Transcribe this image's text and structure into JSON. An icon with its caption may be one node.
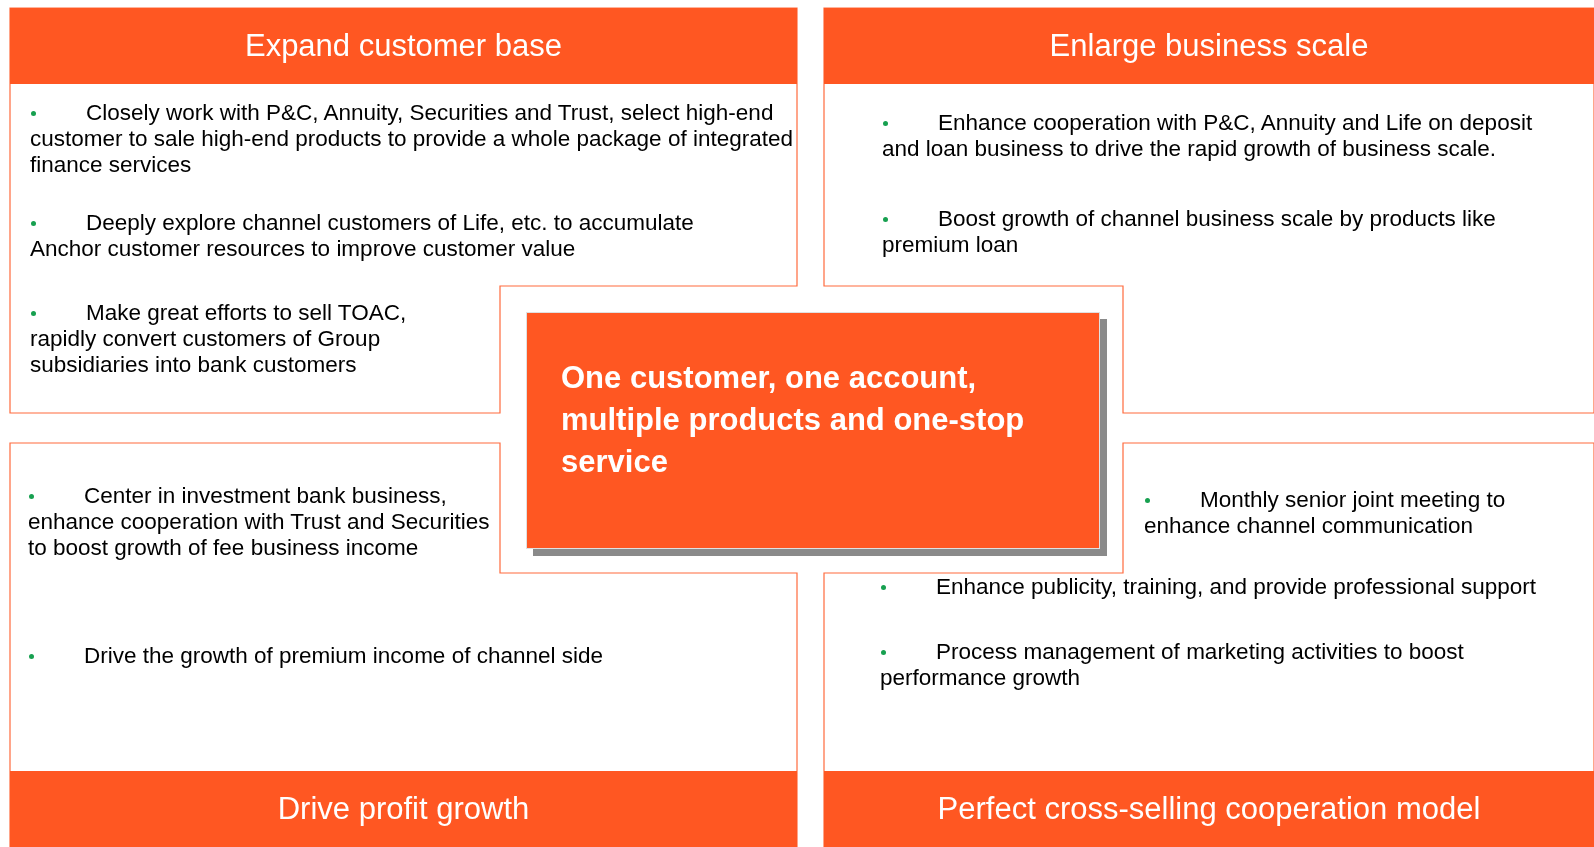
{
  "diagram": {
    "nodes": [
      {
        "text": [
          "Expand customer base",
          "Closely work with P&C, Annuity, Securities and Trust, select high-end customer to sale high-end products to provide a whole package of integrated finance services",
          "Deeply explore channel customers of Life, etc. to accumulate Anchor customer resources to improve customer value",
          "Make great efforts to sell TOAC, rapidly convert customers of Group subsidiaries into bank customers"
        ]
      },
      {
        "text": [
          "Enlarge business scale",
          "Enhance cooperation with P&C, Annuity and Life on deposit and loan business to drive the rapid growth of business scale.",
          "Boost growth of channel business scale by products like premium loan"
        ]
      },
      {
        "text": [
          "One customer, one account, multiple products and one-stop service"
        ]
      },
      {
        "text": [
          "Center in investment bank business, enhance cooperation with Trust and Securities to boost growth of fee business income",
          "Drive the growth of premium income of channel side",
          "Drive profit growth"
        ]
      },
      {
        "text": [
          "Monthly senior joint meeting to enhance channel communication",
          "Enhance publicity, training, and provide professional support",
          "Process management of marketing activities to boost performance growth",
          "Perfect cross-selling cooperation model"
        ]
      }
    ]
  }
}
